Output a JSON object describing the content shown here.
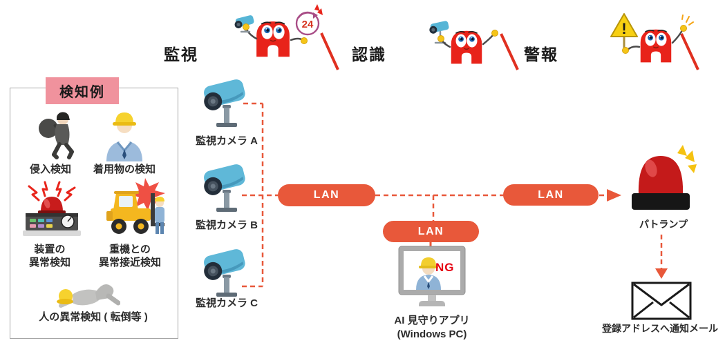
{
  "phases": {
    "p1": "監視",
    "p2": "認識",
    "p3": "警報"
  },
  "mascots": {
    "badge_24": "24",
    "warning_mark": "!"
  },
  "detection_box": {
    "title": "検知例",
    "item1": {
      "label": "侵入検知"
    },
    "item2": {
      "label": "着用物の検知"
    },
    "item3": {
      "line1": "装置の",
      "line2": "異常検知"
    },
    "item4": {
      "line1": "重機との",
      "line2": "異常接近検知"
    },
    "item5": {
      "label": "人の異常検知 ( 転倒等 )"
    }
  },
  "cameras": {
    "a": "監視カメラ A",
    "b": "監視カメラ B",
    "c": "監視カメラ C"
  },
  "lan": {
    "label1": "LAN",
    "label2": "LAN",
    "label3": "LAN"
  },
  "pc": {
    "status": "NG",
    "name": "AI 見守りアプリ",
    "platform": "(Windows PC)"
  },
  "alarm": {
    "label": "パトランプ"
  },
  "mail": {
    "label": "登録アドレスへ通知メール"
  },
  "colors": {
    "accent": "#E8583A",
    "phase_line_red": "#E03020",
    "header_pink": "#F0929D",
    "mascot_red": "#E8231A",
    "ng_red": "#E60012"
  }
}
